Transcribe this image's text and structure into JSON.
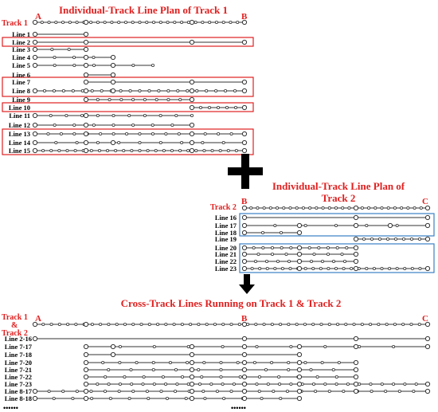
{
  "colors": {
    "accent": "#e02020",
    "box_track1": "#e02020",
    "box_track2": "#3a7fc4",
    "line": "#333333",
    "station_fill": "#ffffff"
  },
  "panel1": {
    "title": "Individual-Track Line Plan of Track 1",
    "track_label": "Track 1",
    "endpoint_a": "A",
    "endpoint_b": "B",
    "lines": [
      "Line 1",
      "Line 2",
      "Line 3",
      "Line 4",
      "Line 5",
      "Line 6",
      "Line 7",
      "Line 8",
      "Line 9",
      "Line 10",
      "Line 11",
      "Line 12",
      "Line 13",
      "Line 14",
      "Line 15"
    ]
  },
  "plus_icon": "plus-icon",
  "panel2": {
    "title_line1": "Individual-Track Line Plan of",
    "title_line2": "Track 2",
    "track_label": "Track 2",
    "endpoint_b": "B",
    "endpoint_c": "C",
    "lines": [
      "Line 16",
      "Line 17",
      "Line 18",
      "Line 19",
      "Line 20",
      "Line 21",
      "Line 22",
      "Line 23"
    ]
  },
  "arrow_icon": "arrow-down-icon",
  "panel3": {
    "title": "Cross-Track Lines Running on Track 1 & Track 2",
    "track_label_1": "Track 1",
    "track_label_amp": "&",
    "track_label_2": "Track 2",
    "endpoint_a": "A",
    "endpoint_b": "B",
    "endpoint_c": "C",
    "lines": [
      "Line 2-16",
      "Line 7-17",
      "Line 7-18",
      "Line 7-20",
      "Line 7-21",
      "Line 7-22",
      "Line 7-23",
      "Line 8-17",
      "Line 8-18"
    ],
    "ellipsis_left": "••••••",
    "ellipsis_mid": "••••••"
  }
}
